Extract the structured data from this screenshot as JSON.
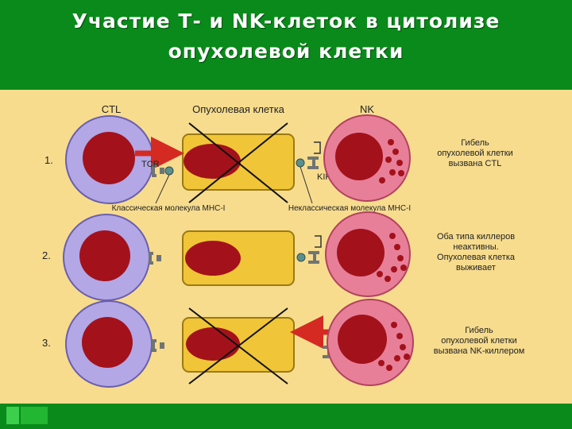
{
  "slide": {
    "title_line1": "Участие Т- и NK-клеток в цитолизе",
    "title_line2": "опухолевой клетки"
  },
  "headers": {
    "ctl": "CTL",
    "tumor": "Опухолевая клетка",
    "nk": "NK"
  },
  "rows": [
    {
      "number": "1.",
      "outcome": [
        "Гибель",
        "опухолевой клетки",
        "вызвана CTL"
      ]
    },
    {
      "number": "2.",
      "outcome": [
        "Оба типа киллеров",
        "неактивны.",
        "Опухолевая клетка",
        "выживает"
      ]
    },
    {
      "number": "3.",
      "outcome": [
        "Гибель",
        "опухолевой клетки",
        "вызвана NK-киллером"
      ]
    }
  ],
  "labels": {
    "tcr": "TCR",
    "kir": "KIR",
    "mhc_classic": "Классическая молекула МНС-I",
    "mhc_nonclassic": "Неклассическая молекула МНС-I"
  },
  "colors": {
    "background_green": "#0a8a1a",
    "panel": "#f7dc8e",
    "ctl_cell": "#b3a7e6",
    "tumor_cell": "#f0c537",
    "nk_cell": "#e87f99",
    "nucleus": "#a3121b",
    "arrow_red": "#d42a22",
    "receptor": "#6f7574"
  }
}
